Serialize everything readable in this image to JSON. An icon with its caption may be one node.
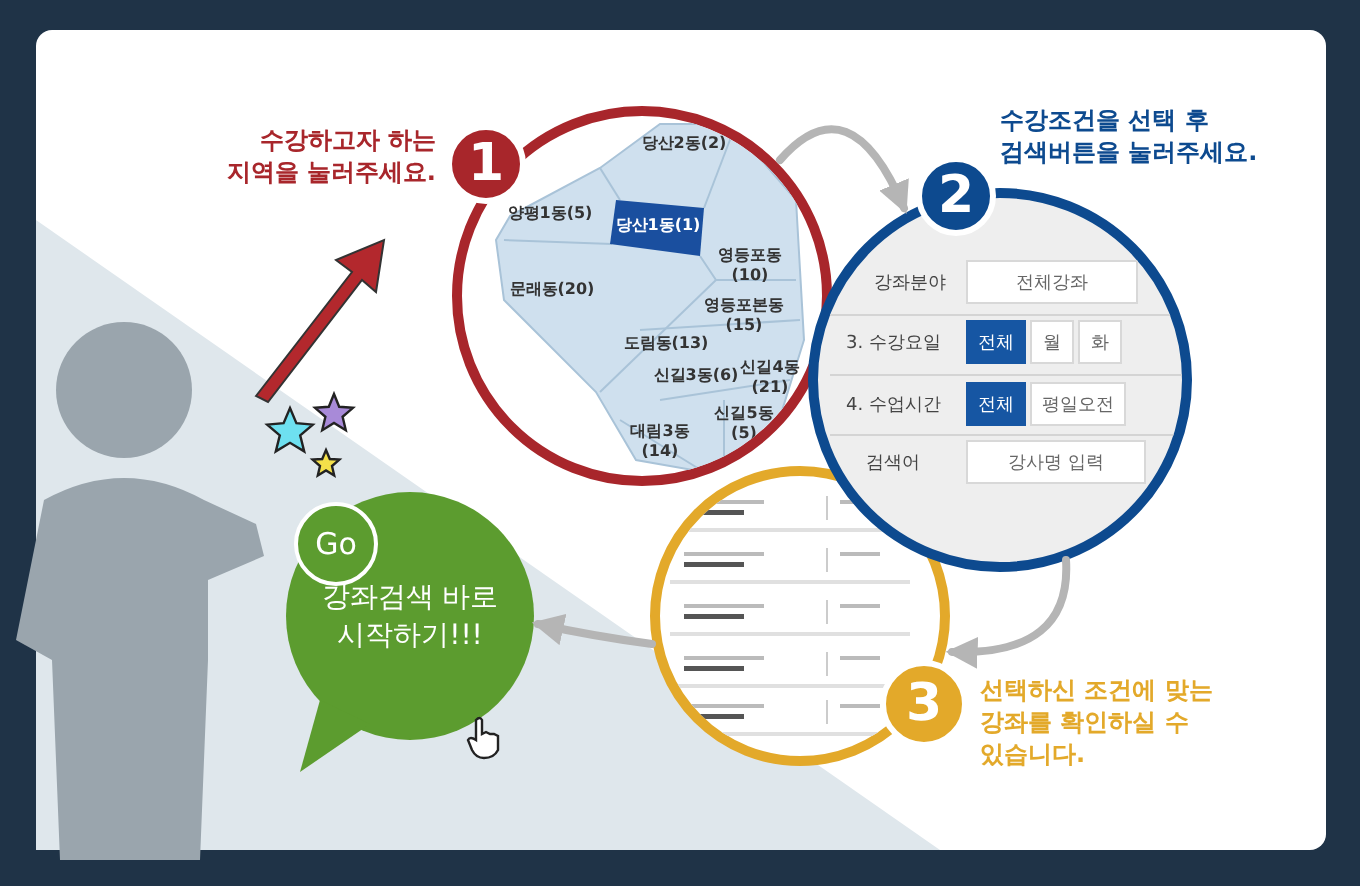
{
  "diagram": {
    "nodes": [
      {
        "text": [
          "수강하고자 하는 지역을 눌러주세요.",
          "1"
        ]
      },
      {
        "text": [
          "2",
          "수강조건을 선택 후 검색버튼을 눌러주세요."
        ]
      },
      {
        "text": [
          "3",
          "선택하신 조건에 맞는 강좌를 확인하실 수 있습니다."
        ]
      },
      {
        "text": [
          "Go",
          "강좌검색 바로 시작하기!!!"
        ]
      }
    ],
    "edges": [
      {
        "from": 0,
        "to": 1,
        "arrow": "to"
      },
      {
        "from": 1,
        "to": 2,
        "arrow": "to"
      },
      {
        "from": 2,
        "to": 3,
        "arrow": "to"
      }
    ],
    "labels": [
      "당산2동(2)",
      "양평1동(5)",
      "당산1동(1)",
      "영등포동(10)",
      "문래동(20)",
      "영등포본동(15)",
      "도림동(13)",
      "신길3동(6)",
      "신길4동 (21)",
      "신길5동 (5)",
      "대림3동 (14)",
      "강좌분야",
      "전체강좌",
      "3. 수강요일",
      "전체",
      "월",
      "화",
      "4. 수업시간",
      "전체",
      "평일오전",
      "검색어",
      "강사명 입력"
    ]
  }
}
